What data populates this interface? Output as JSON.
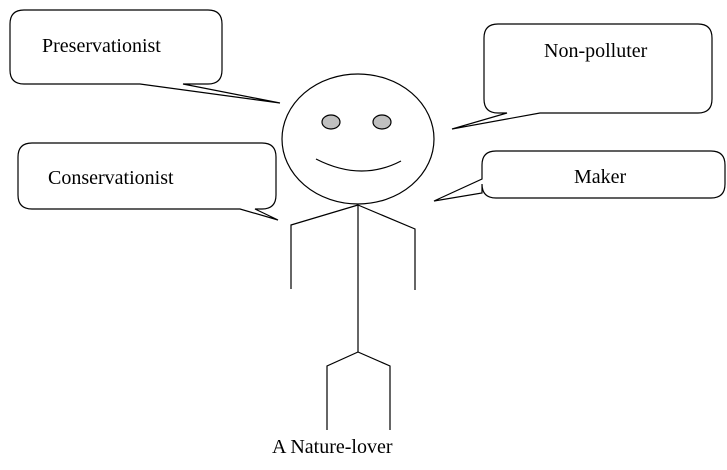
{
  "diagram": {
    "roles": {
      "preservationist": "Preservationist",
      "non_polluter": "Non-polluter",
      "conservationist": "Conservationist",
      "maker": "Maker"
    },
    "caption": "A Nature-lover"
  },
  "colors": {
    "stroke": "#000000",
    "eye_fill": "#c0c0c0",
    "background": "#ffffff"
  }
}
